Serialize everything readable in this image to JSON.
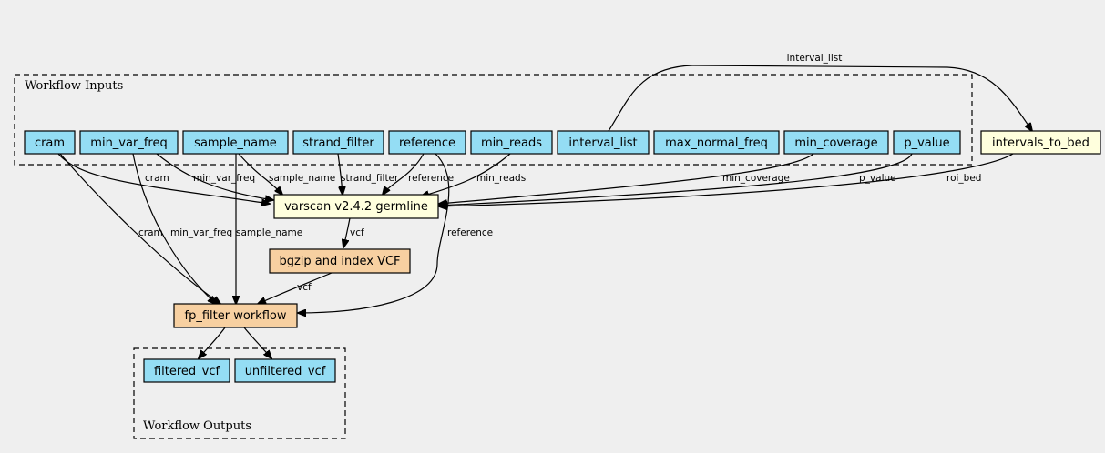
{
  "clusters": {
    "inputs": {
      "label": "Workflow Inputs"
    },
    "outputs": {
      "label": "Workflow Outputs"
    }
  },
  "colors": {
    "input_fill": "#94ddf4",
    "tool_fill": "#ffffdd",
    "subworkflow_fill": "#f7d0a1"
  },
  "nodes": {
    "cram": {
      "label": "cram",
      "kind": "input"
    },
    "min_var_freq": {
      "label": "min_var_freq",
      "kind": "input"
    },
    "sample_name": {
      "label": "sample_name",
      "kind": "input"
    },
    "strand_filter": {
      "label": "strand_filter",
      "kind": "input"
    },
    "reference": {
      "label": "reference",
      "kind": "input"
    },
    "min_reads": {
      "label": "min_reads",
      "kind": "input"
    },
    "interval_list": {
      "label": "interval_list",
      "kind": "input"
    },
    "max_normal_freq": {
      "label": "max_normal_freq",
      "kind": "input"
    },
    "min_coverage": {
      "label": "min_coverage",
      "kind": "input"
    },
    "p_value": {
      "label": "p_value",
      "kind": "input"
    },
    "intervals_to_bed": {
      "label": "intervals_to_bed",
      "kind": "tool"
    },
    "varscan": {
      "label": "varscan v2.4.2 germline",
      "kind": "tool"
    },
    "bgzip": {
      "label": "bgzip and index VCF",
      "kind": "subworkflow"
    },
    "fp_filter": {
      "label": "fp_filter workflow",
      "kind": "subworkflow"
    },
    "filtered_vcf": {
      "label": "filtered_vcf",
      "kind": "input"
    },
    "unfiltered_vcf": {
      "label": "unfiltered_vcf",
      "kind": "input"
    }
  },
  "edges": {
    "interval_list_to_bed": "interval_list",
    "cram_to_varscan": "cram",
    "mvf_to_varscan": "min_var_freq",
    "sample_to_varscan": "sample_name",
    "strand_to_varscan": "strand_filter",
    "ref_to_varscan": "reference",
    "minreads_to_varscan": "min_reads",
    "mincov_to_varscan": "min_coverage",
    "pval_to_varscan": "p_value",
    "bed_to_varscan": "roi_bed",
    "varscan_to_bgzip": "vcf",
    "cram_to_fp": "cram",
    "mvf_to_fp": "min_var_freq",
    "sample_to_fp": "sample_name",
    "ref_to_fp": "reference",
    "bgzip_to_fp": "vcf",
    "fp_to_filtered": "",
    "fp_to_unfiltered": ""
  }
}
